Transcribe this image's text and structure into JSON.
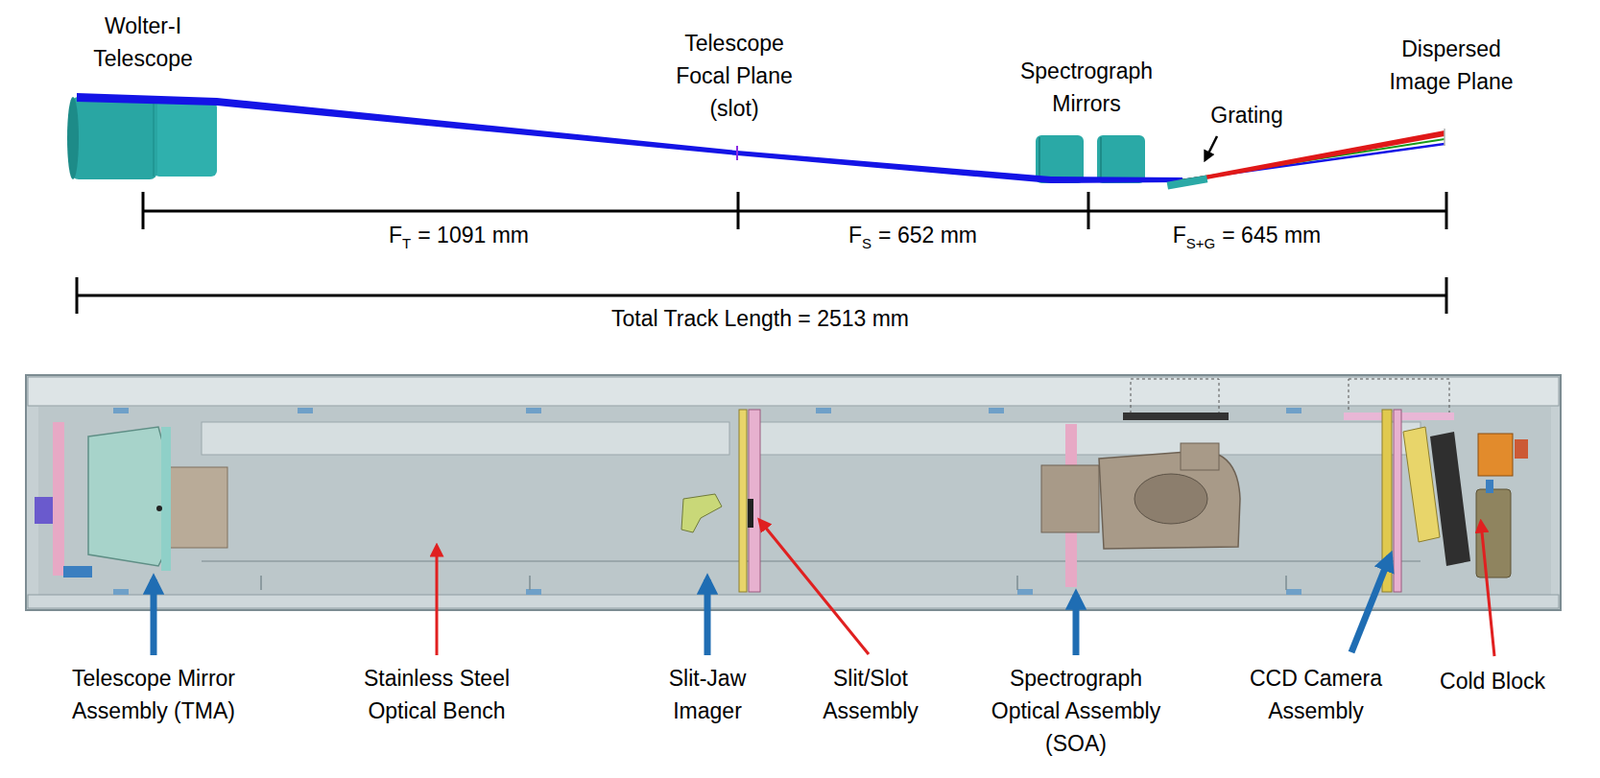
{
  "diagram": {
    "labels": [
      "Wolter-I Telescope",
      "Telescope Focal Plane (slot)",
      "Spectrograph Mirrors",
      "Grating",
      "Dispersed Image Plane",
      "F",
      "T",
      "= 1091 mm",
      "F",
      "S",
      "= 652 mm",
      "F",
      "S+G",
      "= 645 mm",
      "Total Track Length = 2513 mm",
      "Telescope Mirror Assembly (TMA)",
      "Stainless Steel Optical Bench",
      "Slit-Jaw Imager",
      "Slit/Slot Assembly",
      "Spectrograph Optical Assembly (SOA)",
      "CCD Camera Assembly",
      "Cold Block"
    ]
  }
}
